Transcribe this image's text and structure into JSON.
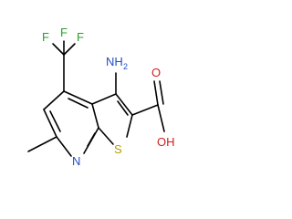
{
  "molecule": {
    "atoms": {
      "f_left": "F",
      "f_top": "F",
      "f_right": "F",
      "nh2_main": "NH",
      "nh2_sub": "2",
      "ring_n": "N",
      "ring_s": "S",
      "carbonyl_o": "O",
      "hydroxyl": "OH"
    }
  },
  "colors": {
    "bond": "#000000",
    "nitrogen": "#1f4fbf",
    "sulfur": "#b0a000",
    "oxygen": "#cc2222",
    "fluorine": "#2aa02a"
  }
}
